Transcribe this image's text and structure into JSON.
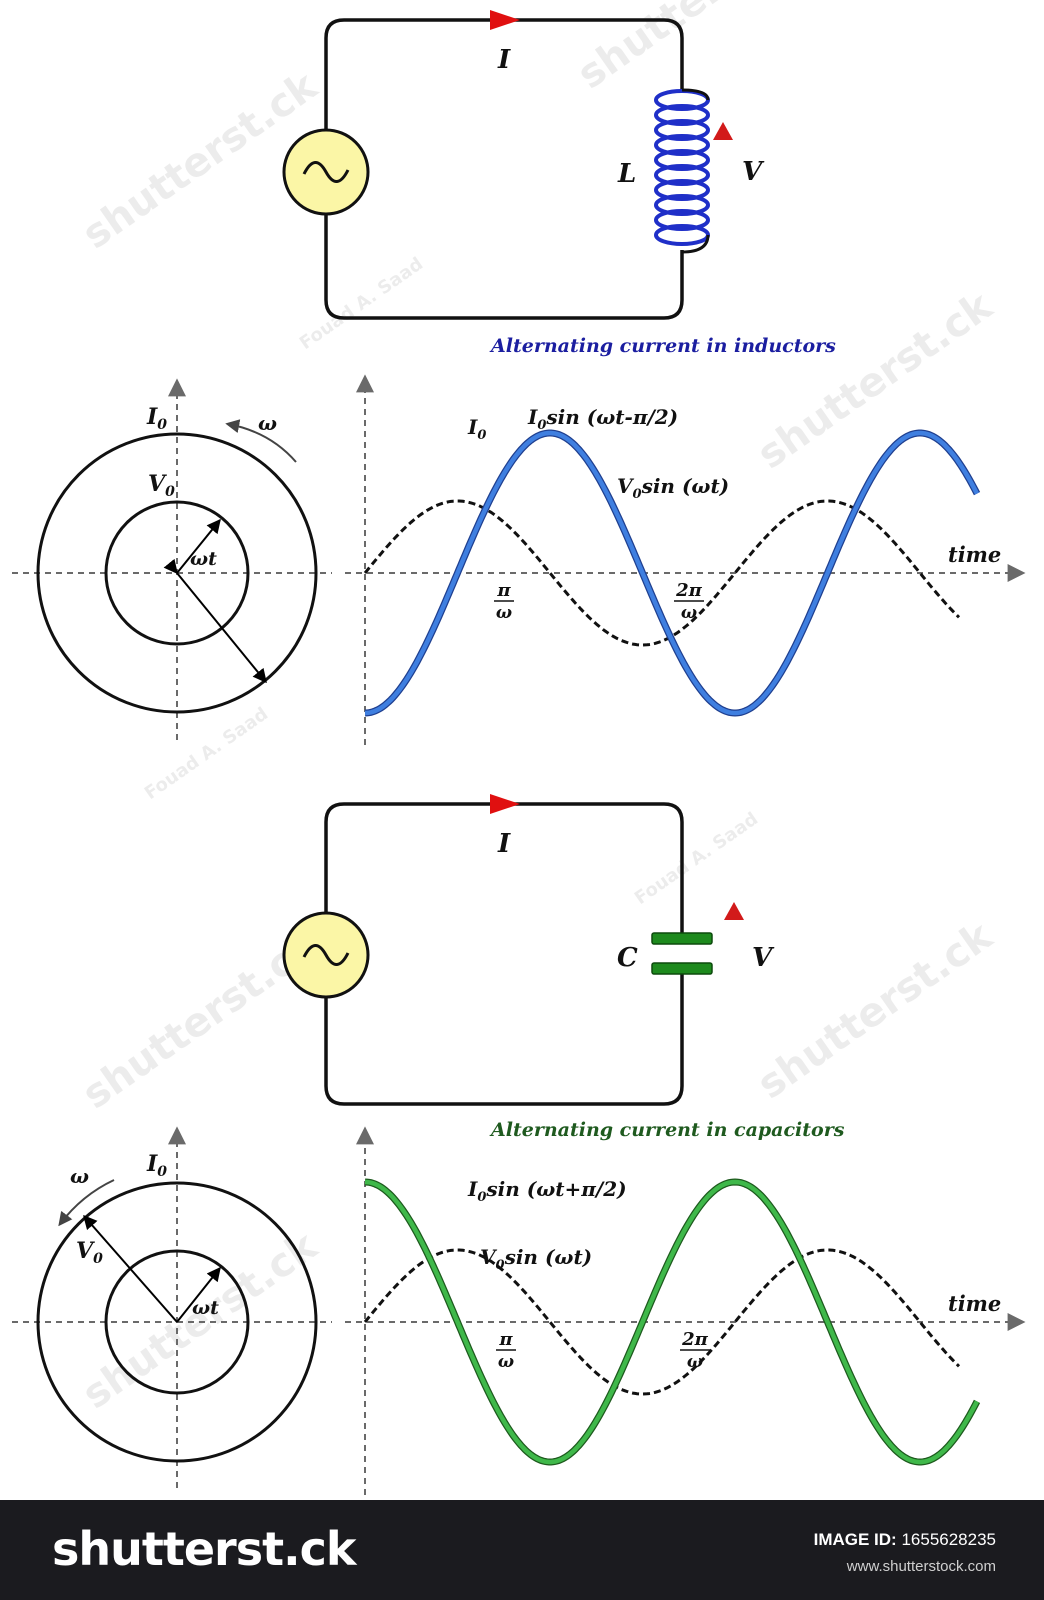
{
  "inductor": {
    "current_label": "I",
    "component_label": "L",
    "voltage_label": "V",
    "caption": "Alternating current in inductors",
    "caption_color": "#1b1ea0",
    "coil_color": "#1f2fc8",
    "phasor": {
      "outer_label": "I",
      "outer_sub": "0",
      "inner_label": "V",
      "inner_sub": "0",
      "omega": "ω",
      "angle": "ωt"
    },
    "graph": {
      "peak_label": "I",
      "peak_sub": "0",
      "current_eq": {
        "sym": "I",
        "sub": "0",
        "rest": "sin (ωt-π/2)"
      },
      "voltage_eq": {
        "sym": "V",
        "sub": "0",
        "rest": "sin (ωt)"
      },
      "axis_label": "time",
      "tick1": {
        "num": "π",
        "den": "ω"
      },
      "tick2": {
        "num": "2π",
        "den": "ω"
      },
      "current_color": "#3f7fe0"
    }
  },
  "capacitor": {
    "current_label": "I",
    "component_label": "C",
    "voltage_label": "V",
    "caption": "Alternating current in capacitors",
    "caption_color": "#1f5a1f",
    "plate_color": "#1d8a1d",
    "phasor": {
      "outer_label": "I",
      "outer_sub": "0",
      "inner_label": "V",
      "inner_sub": "0",
      "omega": "ω",
      "angle": "ωt"
    },
    "graph": {
      "current_eq": {
        "sym": "I",
        "sub": "0",
        "rest": "sin (ωt+π/2)"
      },
      "voltage_eq": {
        "sym": "V",
        "sub": "0",
        "rest": "sin (ωt)"
      },
      "axis_label": "time",
      "tick1": {
        "num": "π",
        "den": "ω"
      },
      "tick2": {
        "num": "2π",
        "den": "ω"
      },
      "current_color": "#3fb84a"
    }
  },
  "colors": {
    "source_fill": "#fbf6a6",
    "arrow_red": "#e01010",
    "axis_gray": "#6a6a6a"
  },
  "watermark": {
    "brand": "shutterst.ck",
    "author": "Fouad A. Saad"
  },
  "footer": {
    "logo": "shutterst.ck",
    "image_id_label": "IMAGE ID:",
    "image_id": "1655628235",
    "site": "www.shutterstock.com"
  }
}
